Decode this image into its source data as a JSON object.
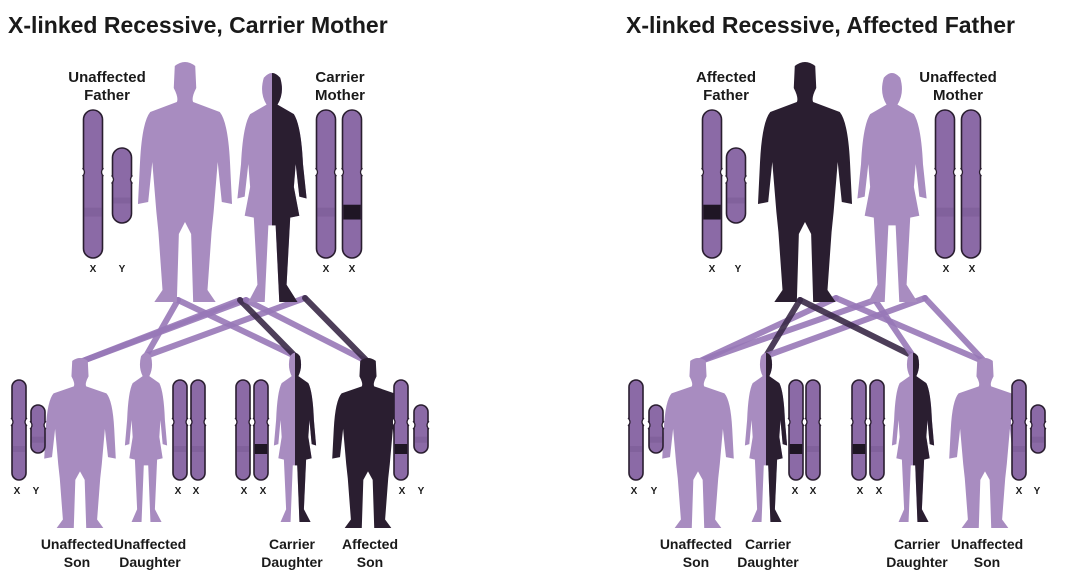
{
  "colors": {
    "unaffected": "#8b6aa6",
    "unaffected_light": "#a88cc0",
    "affected": "#2a1e30",
    "outline": "#2a1e30",
    "band": "#7d5e98",
    "gene": "#1f1624",
    "line_light": "#9878b8",
    "line_dark": "#3a2a48",
    "text": "#1a1a1a"
  },
  "panels": [
    {
      "title": "X-linked Recessive, Carrier Mother",
      "parents": {
        "left": {
          "label": [
            "Unaffected",
            "Father"
          ],
          "status": "unaffected",
          "sex": "male",
          "chromosomes": [
            {
              "type": "X",
              "gene": false,
              "label": "X"
            },
            {
              "type": "Y",
              "gene": false,
              "label": "Y"
            }
          ]
        },
        "right": {
          "label": [
            "Carrier",
            "Mother"
          ],
          "status": "carrier",
          "sex": "female",
          "chromosomes": [
            {
              "type": "X",
              "gene": false,
              "label": "X"
            },
            {
              "type": "X",
              "gene": true,
              "label": "X"
            }
          ]
        }
      },
      "children": [
        {
          "label": [
            "Unaffected",
            "Son"
          ],
          "status": "unaffected",
          "sex": "male",
          "chromosomes": [
            {
              "type": "X",
              "gene": false,
              "label": "X"
            },
            {
              "type": "Y",
              "gene": false,
              "label": "Y"
            }
          ]
        },
        {
          "label": [
            "Unaffected",
            "Daughter"
          ],
          "status": "unaffected",
          "sex": "female",
          "chromosomes": [
            {
              "type": "X",
              "gene": false,
              "label": "X"
            },
            {
              "type": "X",
              "gene": false,
              "label": "X"
            }
          ]
        },
        {
          "label": [
            "Carrier",
            "Daughter"
          ],
          "status": "carrier",
          "sex": "female",
          "chromosomes": [
            {
              "type": "X",
              "gene": false,
              "label": "X"
            },
            {
              "type": "X",
              "gene": true,
              "label": "X"
            }
          ]
        },
        {
          "label": [
            "Affected",
            "Son"
          ],
          "status": "affected",
          "sex": "male",
          "chromosomes": [
            {
              "type": "X",
              "gene": true,
              "label": "X"
            },
            {
              "type": "Y",
              "gene": false,
              "label": "Y"
            }
          ]
        }
      ]
    },
    {
      "title": "X-linked Recessive, Affected Father",
      "parents": {
        "left": {
          "label": [
            "Affected",
            "Father"
          ],
          "status": "affected",
          "sex": "male",
          "chromosomes": [
            {
              "type": "X",
              "gene": true,
              "label": "X"
            },
            {
              "type": "Y",
              "gene": false,
              "label": "Y"
            }
          ]
        },
        "right": {
          "label": [
            "Unaffected",
            "Mother"
          ],
          "status": "unaffected",
          "sex": "female",
          "chromosomes": [
            {
              "type": "X",
              "gene": false,
              "label": "X"
            },
            {
              "type": "X",
              "gene": false,
              "label": "X"
            }
          ]
        }
      },
      "children": [
        {
          "label": [
            "Unaffected",
            "Son"
          ],
          "status": "unaffected",
          "sex": "male",
          "chromosomes": [
            {
              "type": "X",
              "gene": false,
              "label": "X"
            },
            {
              "type": "Y",
              "gene": false,
              "label": "Y"
            }
          ]
        },
        {
          "label": [
            "Carrier",
            "Daughter"
          ],
          "status": "carrier",
          "sex": "female",
          "chromosomes": [
            {
              "type": "X",
              "gene": true,
              "label": "X"
            },
            {
              "type": "X",
              "gene": false,
              "label": "X"
            }
          ]
        },
        {
          "label": [
            "Carrier",
            "Daughter"
          ],
          "status": "carrier",
          "sex": "female",
          "chromosomes": [
            {
              "type": "X",
              "gene": true,
              "label": "X"
            },
            {
              "type": "X",
              "gene": false,
              "label": "X"
            }
          ]
        },
        {
          "label": [
            "Unaffected",
            "Son"
          ],
          "status": "unaffected",
          "sex": "male",
          "chromosomes": [
            {
              "type": "X",
              "gene": false,
              "label": "X"
            },
            {
              "type": "Y",
              "gene": false,
              "label": "Y"
            }
          ]
        }
      ]
    }
  ]
}
